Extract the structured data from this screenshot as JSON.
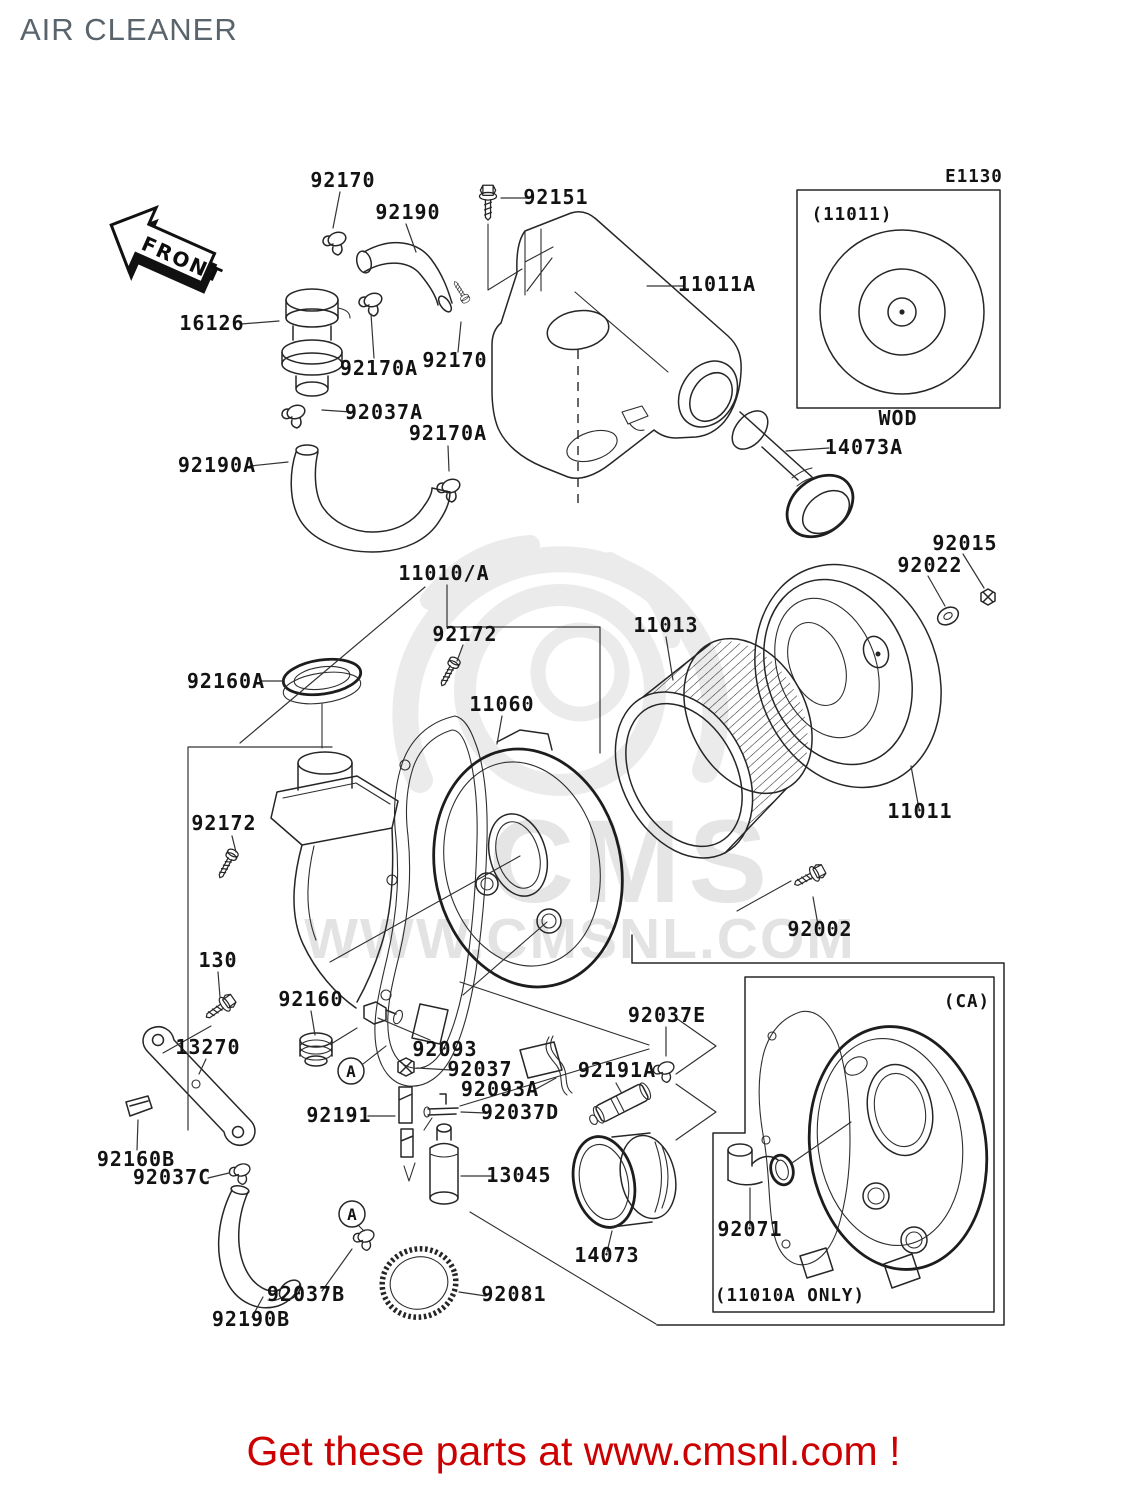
{
  "title": "AIR CLEANER",
  "footer": {
    "text": "Get these parts at www.cmsnl.com !",
    "color": "#cc0000"
  },
  "watermark": {
    "brand": "CMS",
    "url": "WWW.CMSNL.COM"
  },
  "inset_box": {
    "code": "E1130",
    "part": "(11011)",
    "caption": "WOD"
  },
  "ca_box": {
    "label": "(CA)",
    "note": "(11010A ONLY)"
  },
  "colors": {
    "line": "#262626",
    "label": "#131313",
    "title_gray": "#59646c",
    "footer_red": "#cc0000",
    "watermark_gray": "#e5e5e5"
  },
  "labels": {
    "front": "FRONT",
    "p92170_1": "92170",
    "p92190": "92190",
    "p92151": "92151",
    "p11011A": "11011A",
    "e1130": "E1130",
    "inset_part": "(11011)",
    "inset_caption": "WOD",
    "p16126": "16126",
    "p92170A_1": "92170A",
    "p92170_2": "92170",
    "p92037A": "92037A",
    "p92170A_2": "92170A",
    "p92190A": "92190A",
    "p14073A": "14073A",
    "p92015": "92015",
    "p92022": "92022",
    "p11010A": "11010/A",
    "p92172_1": "92172",
    "p11013": "11013",
    "p92160A": "92160A",
    "p11060": "11060",
    "p11011": "11011",
    "p92172_2": "92172",
    "p92002": "92002",
    "p130": "130",
    "p92160": "92160",
    "p13270": "13270",
    "p92093": "92093",
    "p92037": "92037",
    "p92093A": "92093A",
    "p92191A": "92191A",
    "p92037E": "92037E",
    "ca": "(CA)",
    "p92191": "92191",
    "p92037D": "92037D",
    "p92160B": "92160B",
    "p92037C": "92037C",
    "p13045": "13045",
    "p92071": "92071",
    "p92037B": "92037B",
    "p14073": "14073",
    "p92081": "92081",
    "p92190B": "92190B",
    "ca_note": "(11010A ONLY)",
    "marker_a": "A"
  }
}
